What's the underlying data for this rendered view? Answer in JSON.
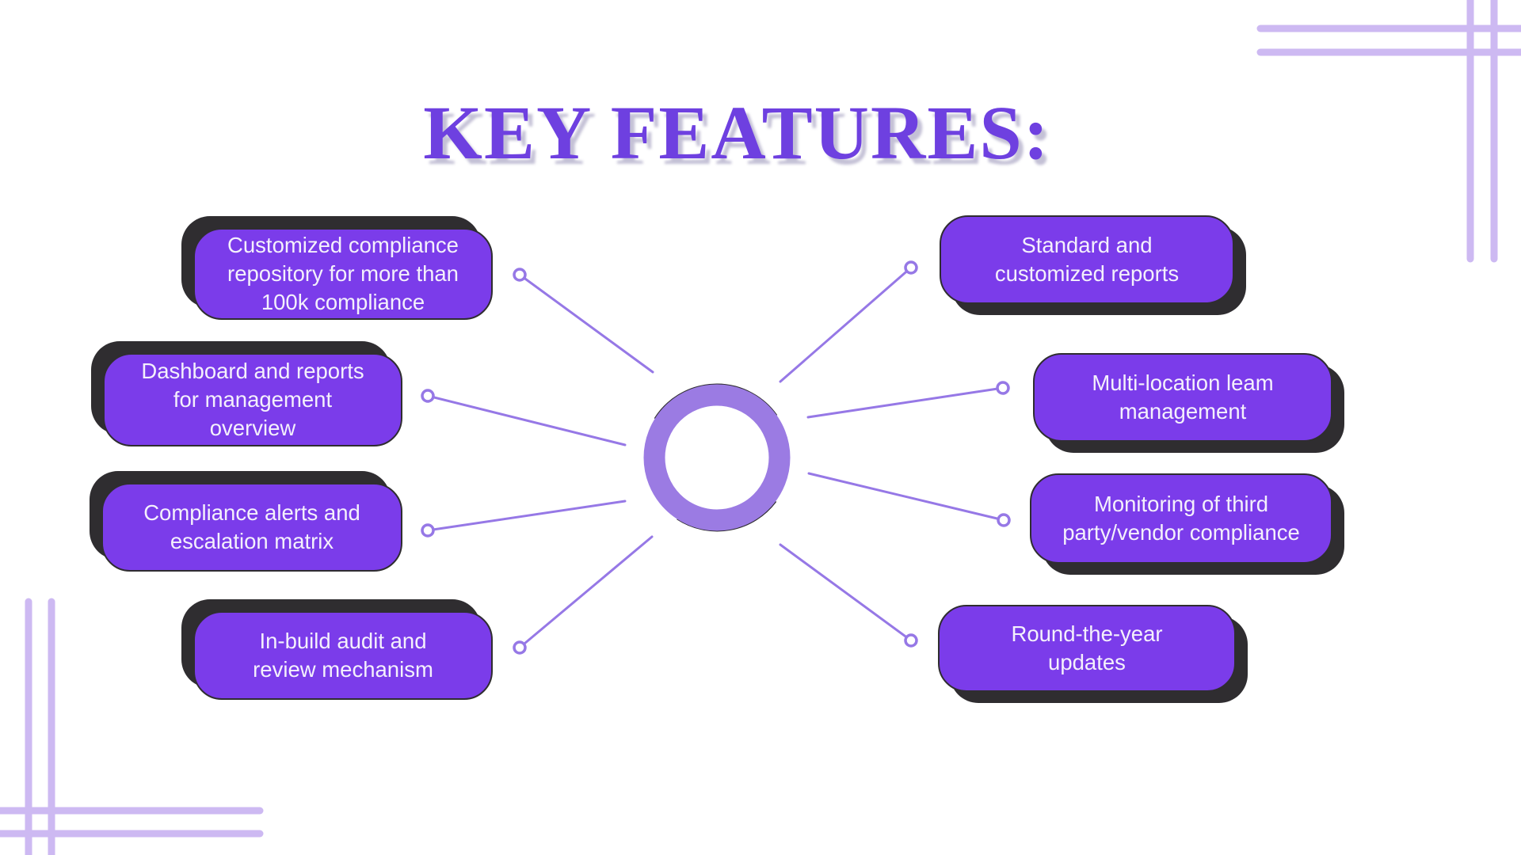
{
  "title": "KEY FEATURES:",
  "colors": {
    "box_purple": "#7B3CEA",
    "ring_purple": "#9B7BE3",
    "connector_purple": "#9678E6",
    "corner_lavender": "#CDB9F2",
    "title_purple": "#6E40E0",
    "dark_outline": "#2F2D30",
    "background": "#FFFFFF",
    "box_text": "#F4F0FC"
  },
  "features": {
    "left": [
      {
        "label": "Customized compliance\nrepository for more than\n100k compliance"
      },
      {
        "label": "Dashboard and reports\nfor management\noverview"
      },
      {
        "label": "Compliance alerts and\nescalation matrix"
      },
      {
        "label": "In-build audit and\nreview mechanism"
      }
    ],
    "right": [
      {
        "label": "Standard and\ncustomized reports"
      },
      {
        "label": "Multi-location leam\nmanagement"
      },
      {
        "label": "Monitoring of third\nparty/vendor compliance"
      },
      {
        "label": "Round-the-year\nupdates"
      }
    ]
  }
}
